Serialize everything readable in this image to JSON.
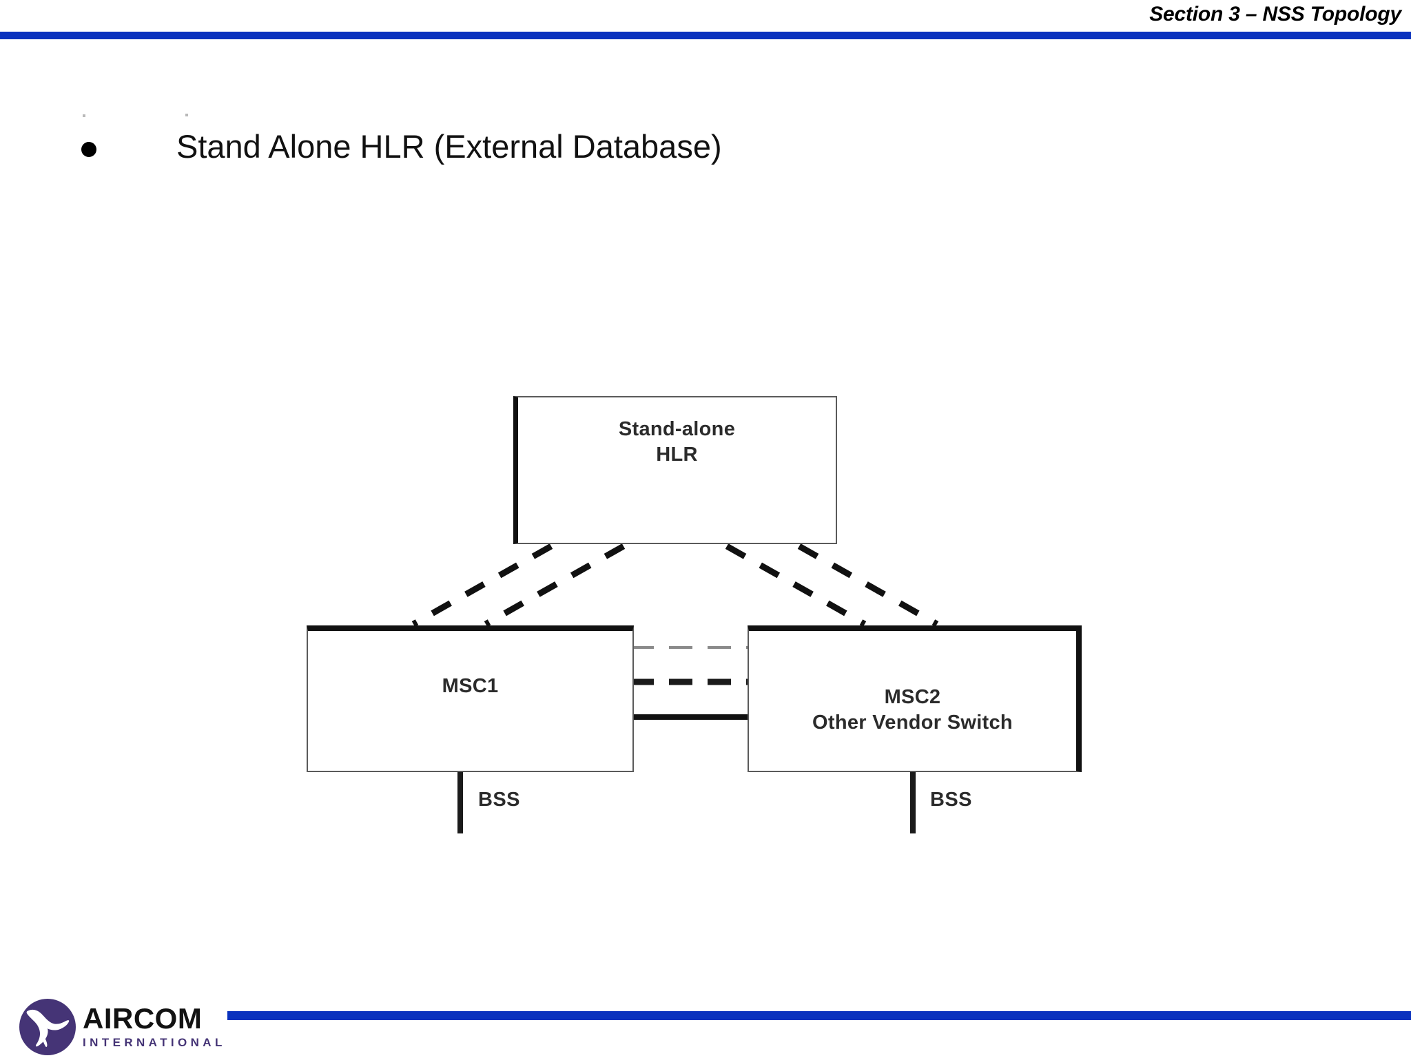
{
  "header": {
    "title": "Section 3 – NSS Topology",
    "rule_color": "#0A32BE"
  },
  "body": {
    "bullets": [
      {
        "text": "Stand Alone HLR (External Database)"
      }
    ]
  },
  "diagram": {
    "type": "network-topology",
    "nodes": [
      {
        "id": "hlr",
        "label_line1": "Stand-alone",
        "label_line2": "HLR"
      },
      {
        "id": "msc1",
        "label_line1": "MSC1",
        "label_line2": ""
      },
      {
        "id": "msc2",
        "label_line1": "MSC2",
        "label_line2": "Other Vendor Switch"
      }
    ],
    "edge_labels": [
      {
        "id": "bss1",
        "label": "BSS"
      },
      {
        "id": "bss2",
        "label": "BSS"
      }
    ],
    "links": [
      {
        "from": "hlr",
        "to": "msc1",
        "style": "dashed",
        "count": 2
      },
      {
        "from": "hlr",
        "to": "msc2",
        "style": "dashed",
        "count": 2
      },
      {
        "from": "msc1",
        "to": "msc2",
        "style": "dashed-thin"
      },
      {
        "from": "msc1",
        "to": "msc2",
        "style": "dashed-thick"
      },
      {
        "from": "msc1",
        "to": "msc2",
        "style": "solid-thick"
      },
      {
        "from": "msc1",
        "to": "bss1",
        "style": "solid"
      },
      {
        "from": "msc2",
        "to": "bss2",
        "style": "solid"
      }
    ],
    "stroke_color": "#111111"
  },
  "footer": {
    "logo_primary": "AIRCOM",
    "logo_secondary": "INTERNATIONAL",
    "logo_mark_color": "#453476",
    "rule_color": "#0A32BE"
  }
}
